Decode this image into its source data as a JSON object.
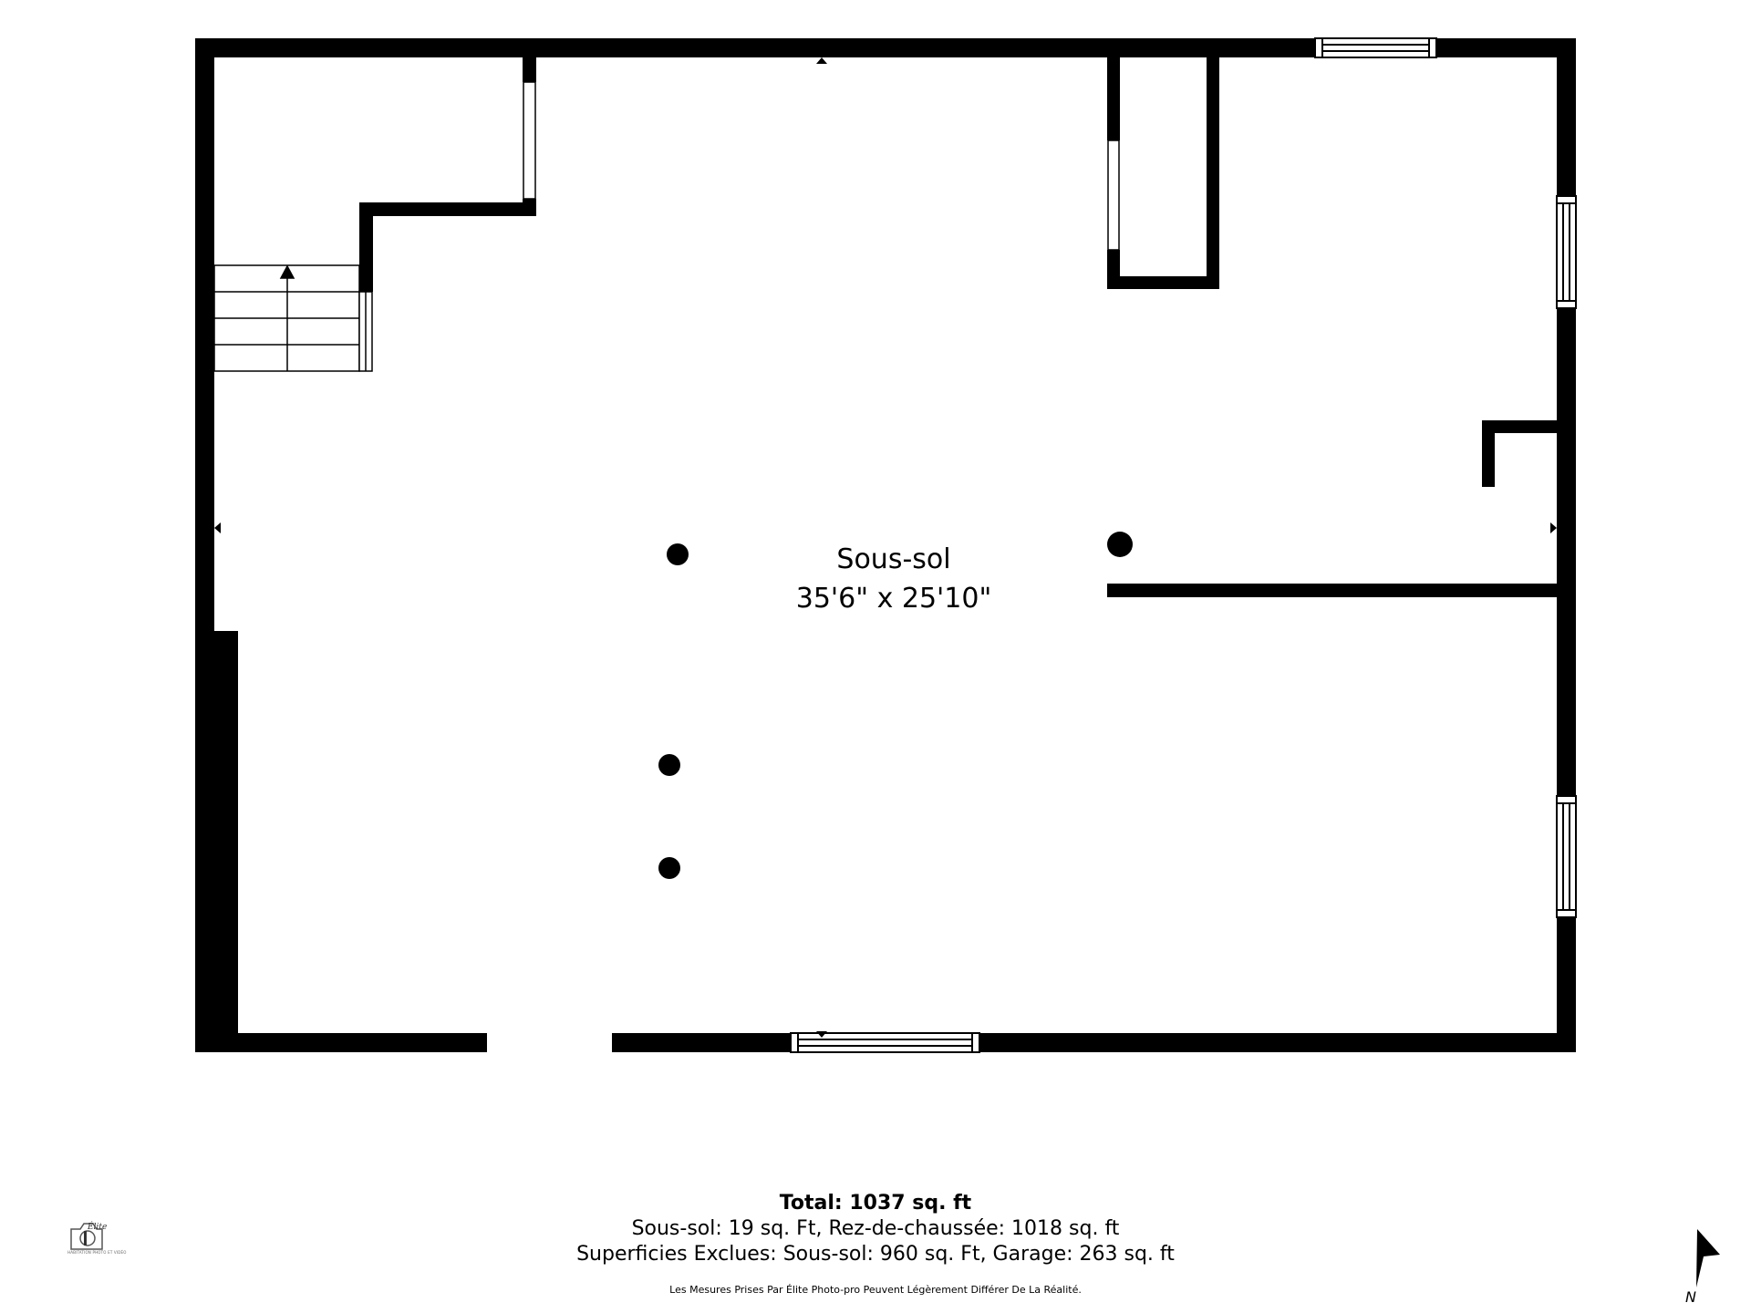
{
  "room": {
    "name": "Sous-sol",
    "dimensions": "35'6\" x 25'10\""
  },
  "summary": {
    "total": "Total: 1037 sq. ft",
    "areas": "Sous-sol: 19 sq. Ft, Rez-de-chaussée: 1018 sq. ft",
    "excluded": "Superficies Exclues: Sous-sol: 960 sq. Ft, Garage: 263 sq. ft"
  },
  "disclaimer": "Les Mesures Prises Par Élite Photo-pro Peuvent Légèrement Différer De La Réalité.",
  "logo": {
    "brand": "Élite",
    "tagline": "HABITATION PHOTO ET VIDÉO",
    "icon": "camera-logo-icon"
  },
  "compass": {
    "label": "N",
    "icon": "north-arrow-icon"
  },
  "colors": {
    "wall": "#000000",
    "background": "#ffffff"
  }
}
